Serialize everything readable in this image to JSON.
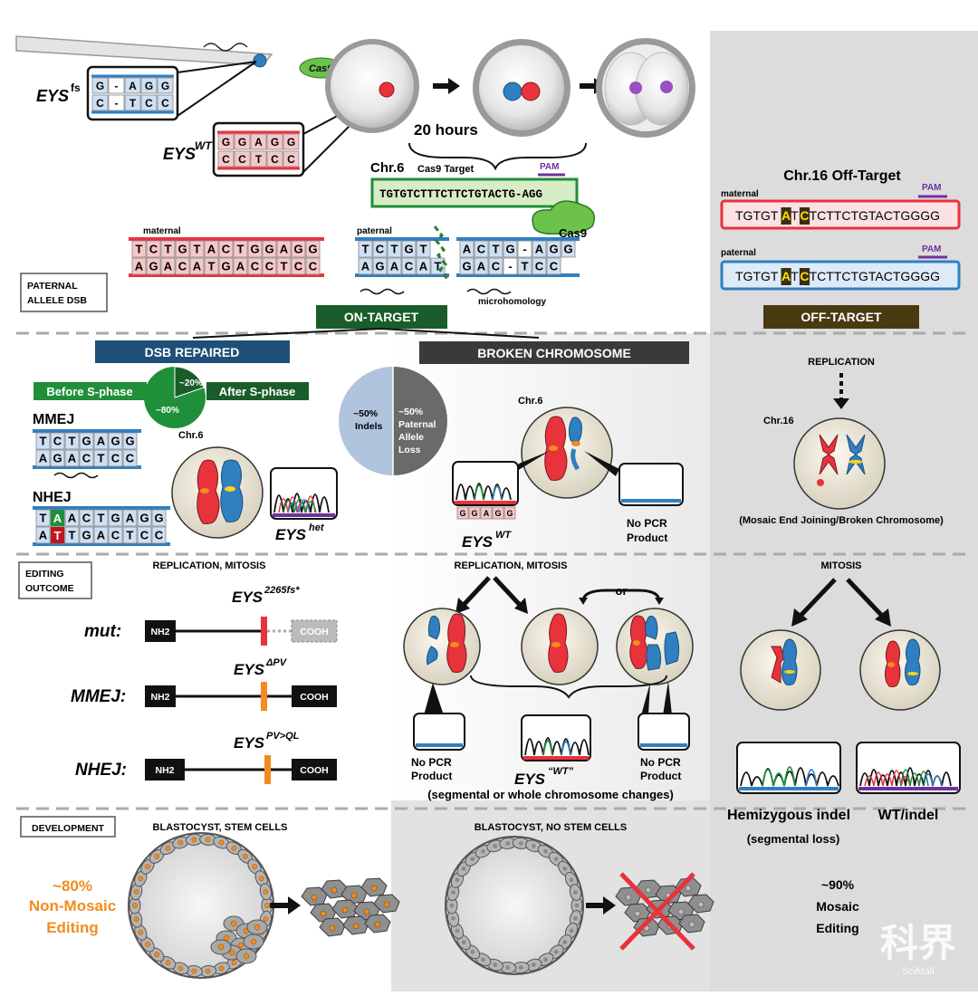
{
  "top": {
    "eys_fs": "EYS",
    "eys_fs_sup": "fs",
    "eys_wt": "EYS",
    "eys_wt_sup": "WT",
    "cas9": "Cas9",
    "hours": "20 hours",
    "chr6_label": "Chr.6",
    "cas9_target_label": "Cas9 Target",
    "pam": "PAM",
    "target_seq": "TGTGTCTTTCTTCTGTACTG-AGG",
    "fs_top": [
      "G",
      "-",
      "A",
      "G",
      "G"
    ],
    "fs_bottom": [
      "C",
      "-",
      "T",
      "C",
      "C"
    ],
    "wt_top": [
      "G",
      "G",
      "A",
      "G",
      "G"
    ],
    "wt_bottom": [
      "C",
      "C",
      "T",
      "C",
      "C"
    ]
  },
  "dsb": {
    "maternal": "maternal",
    "paternal": "paternal",
    "mat_top": [
      "T",
      "C",
      "T",
      "G",
      "T",
      "A",
      "C",
      "T",
      "G",
      "G",
      "A",
      "G",
      "G"
    ],
    "mat_bottom": [
      "A",
      "G",
      "A",
      "C",
      "A",
      "T",
      "G",
      "A",
      "C",
      "C",
      "T",
      "C",
      "C"
    ],
    "pat_left_top": [
      "T",
      "C",
      "T",
      "G",
      "T"
    ],
    "pat_left_bottom": [
      "A",
      "G",
      "A",
      "C",
      "A",
      "T"
    ],
    "pat_right_top": [
      "A",
      "C",
      "T",
      "G",
      "-",
      "A",
      "G",
      "G"
    ],
    "pat_right_bottom": [
      "G",
      "A",
      "C",
      "-",
      "T",
      "C",
      "C"
    ],
    "cas9": "Cas9",
    "microhomology": "microhomology",
    "panel_label_1": "PATERNAL",
    "panel_label_2": "ALLELE DSB",
    "on_target": "ON-TARGET"
  },
  "off_target": {
    "title": "Chr.16 Off-Target",
    "maternal": "maternal",
    "paternal": "paternal",
    "pam": "PAM",
    "seq_pre": "TGTGT",
    "seq_hl": [
      "A",
      "T",
      "C"
    ],
    "seq_post": "TCTTCTGTACTGGGG",
    "label": "OFF-TARGET",
    "replication": "REPLICATION",
    "chr16": "Chr.16",
    "caption": "(Mosaic End Joining/Broken Chromosome)",
    "mitosis": "MITOSIS",
    "hemi": "Hemizygous indel",
    "seg_loss": "(segmental loss)",
    "wt_indel": "WT/indel",
    "mosaic_pct": "~90%",
    "mosaic_1": "Mosaic",
    "mosaic_2": "Editing",
    "watermark_cn": "科界",
    "watermark_en": "SciMall"
  },
  "repaired": {
    "header": "DSB REPAIRED",
    "before": "Before S-phase",
    "after": "After S-phase",
    "pct80": "~80%",
    "pct20": "~20%",
    "mmej": "MMEJ",
    "nhej": "NHEJ",
    "chr6": "Chr.6",
    "eys_het": "EYS",
    "eys_het_sup": "het",
    "mmej_top": [
      "T",
      "C",
      "T",
      "G",
      "A",
      "G",
      "G"
    ],
    "mmej_bottom": [
      "A",
      "G",
      "A",
      "C",
      "T",
      "C",
      "C"
    ],
    "nhej_top": [
      "T",
      "A",
      "A",
      "C",
      "T",
      "G",
      "A",
      "G",
      "G"
    ],
    "nhej_bottom": [
      "A",
      "T",
      "T",
      "G",
      "A",
      "C",
      "T",
      "C",
      "C"
    ]
  },
  "broken": {
    "header": "BROKEN CHROMOSOME",
    "indels_pct": "~50%",
    "indels": "Indels",
    "loss_pct": "~50%",
    "loss_1": "Paternal",
    "loss_2": "Allele",
    "loss_3": "Loss",
    "chr6": "Chr.6",
    "eys_wt": "EYS",
    "eys_wt_sup": "WT",
    "wt_seq": [
      "G",
      "G",
      "A",
      "G",
      "G"
    ],
    "no_pcr_1": "No PCR",
    "no_pcr_2": "Product"
  },
  "outcome": {
    "label_1": "EDITING",
    "label_2": "OUTCOME",
    "rep_mitosis": "REPLICATION, MITOSIS",
    "mut": "mut:",
    "mmej": "MMEJ:",
    "nhej": "NHEJ:",
    "eys_mut": "EYS",
    "eys_mut_sup": "2265fs*",
    "eys_mmej": "EYS",
    "eys_mmej_sup": "ΔPV",
    "eys_nhej": "EYS",
    "eys_nhej_sup": "PV>QL",
    "nh2": "NH2",
    "cooh": "COOH",
    "rep_mitosis_mid": "REPLICATION, MITOSIS",
    "or": "or",
    "no_pcr_1": "No PCR",
    "no_pcr_2": "Product",
    "eys_wtq": "EYS",
    "eys_wtq_sup": "“WT”",
    "seg_changes": "(segmental or whole chromosome changes)"
  },
  "development": {
    "label": "DEVELOPMENT",
    "left_title": "BLASTOCYST, STEM CELLS",
    "mid_title": "BLASTOCYST, NO STEM CELLS",
    "nonmosaic_pct": "~80%",
    "nonmosaic_1": "Non-Mosaic",
    "nonmosaic_2": "Editing"
  },
  "colors": {
    "red": "#e8323c",
    "blue": "#2f7fc1",
    "green": "#1f8f3a",
    "dark_green": "#1a5d2a",
    "navy": "#1f4e79",
    "gray_header": "#3a3a3a",
    "brown": "#4a3a12",
    "orange": "#f28c1e",
    "purple": "#7030a0"
  }
}
